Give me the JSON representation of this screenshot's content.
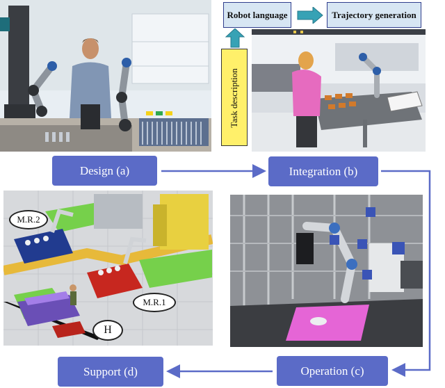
{
  "stages": {
    "design": "Design (a)",
    "integration": "Integration (b)",
    "operation": "Operation (c)",
    "support": "Support (d)"
  },
  "panel_b": {
    "robot_language": "Robot language",
    "trajectory_generation": "Trajectory generation",
    "task_description": "Task description"
  },
  "panel_d": {
    "mr2": "M.R.2",
    "mr1": "M.R.1",
    "human": "H"
  },
  "colors": {
    "stage_box": "#5b6bc7",
    "arrow": "#5b6bc7",
    "label_box_fill": "#d7e6f3",
    "task_box_fill": "#fff06a"
  }
}
